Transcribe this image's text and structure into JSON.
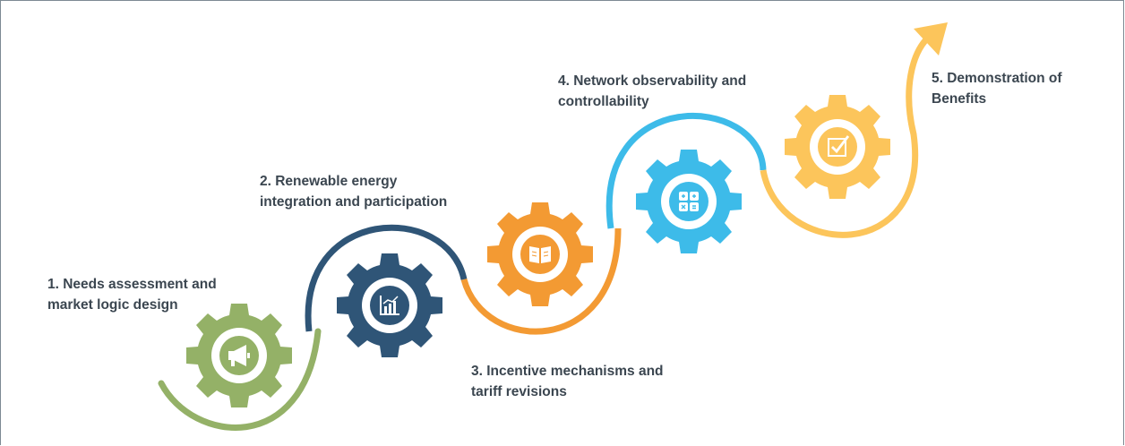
{
  "steps": [
    {
      "line1": "1. Needs assessment and",
      "line2": "market logic design",
      "color": "#94b167",
      "icon": "megaphone-icon"
    },
    {
      "line1": "2. Renewable energy",
      "line2": "integration and participation",
      "color": "#2f5577",
      "icon": "bar-chart-icon"
    },
    {
      "line1": "3. Incentive mechanisms and",
      "line2": "tariff revisions",
      "color": "#f39a33",
      "icon": "open-book-icon"
    },
    {
      "line1": "4. Network observability and",
      "line2": "controllability",
      "color": "#3dbbe9",
      "icon": "calculator-icon"
    },
    {
      "line1": "5. Demonstration of",
      "line2": "Benefits",
      "color": "#fcc55b",
      "icon": "checkbox-icon"
    }
  ]
}
